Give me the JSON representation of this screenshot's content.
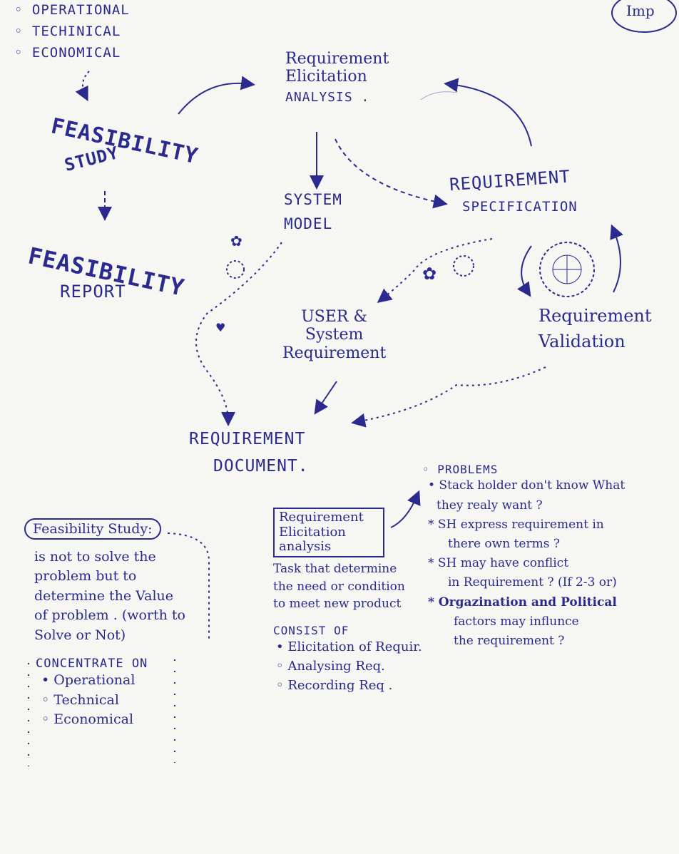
{
  "top_list": [
    "OPERATIONAL",
    "TECHINICAL",
    "ECONOMICAL"
  ],
  "badge": "Imp",
  "feasibility_study": {
    "line1": "FEASIBILITY",
    "line2": "STUDY"
  },
  "feasibility_report": {
    "line1": "FEASIBILITY",
    "line2": "REPORT"
  },
  "elicitation": {
    "line1": "Requirement",
    "line2": "Elicitation",
    "line3": "ANALYSIS ."
  },
  "system_model": {
    "line1": "SYSTEM",
    "line2": "MODEL"
  },
  "req_spec": {
    "line1": "REQUIREMENT",
    "line2": "SPECIFICATION"
  },
  "user_system_req": {
    "line1": "USER &",
    "line2": "System",
    "line3": "Requirement"
  },
  "req_validation": {
    "line1": "Requirement",
    "line2": "Validation"
  },
  "req_document": {
    "line1": "REQUIREMENT",
    "line2": "DOCUMENT."
  },
  "notes_left": {
    "title": "Feasibility Study:",
    "body": [
      "is not to  solve the",
      "problem   but to",
      "determine  the Value",
      "of problem . (worth to",
      "Solve  or  Not)"
    ],
    "concentrate": "CONCENTRATE ON",
    "items": [
      "Operational",
      "Technical",
      "Economical"
    ]
  },
  "notes_middle": {
    "box": [
      "Requirement",
      "Elicitation",
      "analysis"
    ],
    "body": [
      "Task that determine",
      "the need  or condition",
      "to meet  new product"
    ],
    "consist": "CONSIST OF",
    "items": [
      "Elicitation of Requir.",
      "Analysing  Req.",
      "Recording  Req ."
    ]
  },
  "problems": {
    "title": "PROBLEMS",
    "lines": [
      "• Stack holder don't know What",
      "they realy want ?",
      "* SH express requirement in",
      "there own terms ?",
      "* SH  may have conflict",
      "in Requirement ? (If 2-3 or)",
      "* Orgazination and Political",
      "factors may influnce",
      "the requirement ?"
    ]
  },
  "colors": {
    "ink": "#2a2a8f",
    "paper": "#f6f6f3"
  }
}
